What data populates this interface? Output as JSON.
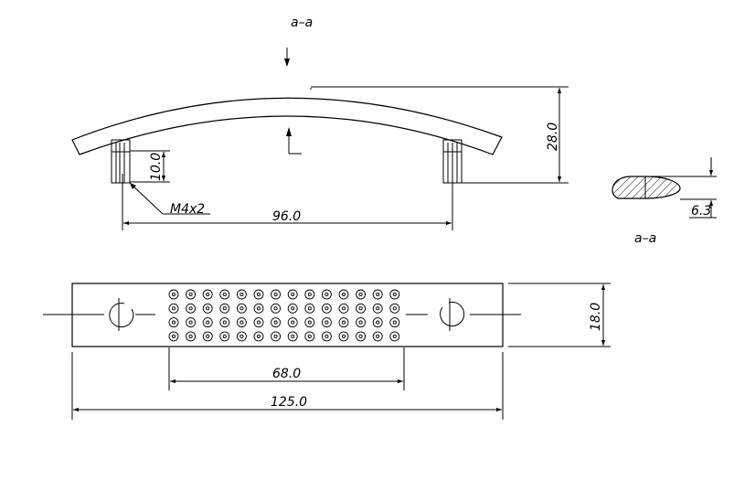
{
  "section_mark_top": "a–a",
  "section_mark_bottom": "a–a",
  "dimensions": {
    "height": "28.0",
    "post_height": "10.0",
    "thread": "M4x2",
    "hole_spacing": "96.0",
    "section_thickness": "6.3",
    "width": "18.0",
    "pattern_length": "68.0",
    "overall_length": "125.0"
  },
  "dot_grid": {
    "columns": 14,
    "rows": 4
  }
}
